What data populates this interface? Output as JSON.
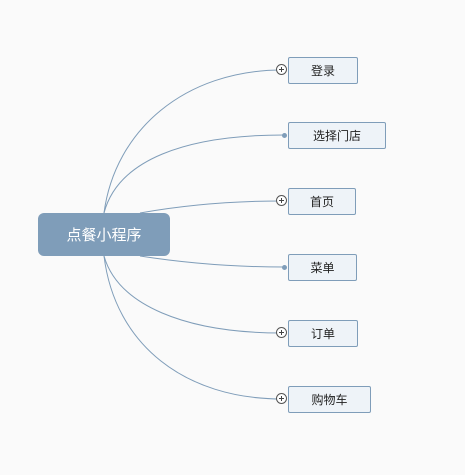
{
  "mindmap": {
    "root": {
      "label": "点餐小程序"
    },
    "branches": [
      {
        "label": "登录",
        "collapsed": true,
        "icon": "expand-plus-icon"
      },
      {
        "label": "选择门店",
        "collapsed": false,
        "icon": "leaf-dot-icon"
      },
      {
        "label": "首页",
        "collapsed": true,
        "icon": "expand-plus-icon"
      },
      {
        "label": "菜单",
        "collapsed": false,
        "icon": "leaf-dot-icon"
      },
      {
        "label": "订单",
        "collapsed": true,
        "icon": "expand-plus-icon"
      },
      {
        "label": "购物车",
        "collapsed": true,
        "icon": "expand-plus-icon"
      }
    ],
    "colors": {
      "root_fill": "#7f9db9",
      "root_text": "#ffffff",
      "node_fill": "#eef3f8",
      "node_border": "#7f9db9",
      "connector": "#7f9db9",
      "background": "#fafafa"
    }
  }
}
